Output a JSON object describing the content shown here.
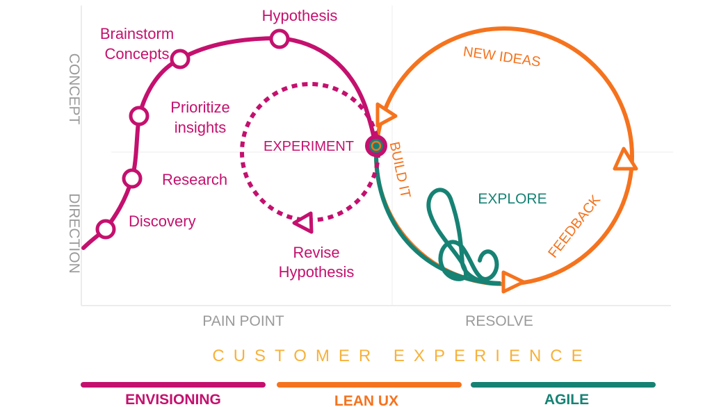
{
  "colors": {
    "envisioning": "#c4106e",
    "lean_ux": "#f5731e",
    "agile": "#168274",
    "axis": "#9a9a9a",
    "customer_experience": "#f7b13a",
    "grid": "#e5e5e5"
  },
  "axes": {
    "y_upper": "CONCEPT",
    "y_lower": "DIRECTION",
    "x_left": "PAIN POINT",
    "x_right": "RESOLVE"
  },
  "nodes": {
    "discovery": "Discovery",
    "research": "Research",
    "prioritize_line1": "Prioritize",
    "prioritize_line2": "insights",
    "brainstorm_line1": "Brainstorm",
    "brainstorm_line2": "Concepts",
    "hypothesis": "Hypothesis",
    "experiment": "EXPERIMENT",
    "revise_line1": "Revise",
    "revise_line2": "Hypothesis",
    "build_it": "BUILD IT",
    "new_ideas": "NEW IDEAS",
    "feedback": "FEEDBACK",
    "explore": "EXPLORE"
  },
  "customer_experience": "CUSTOMER EXPERIENCE",
  "phases": {
    "envisioning": "ENVISIONING",
    "lean_ux": "LEAN UX",
    "agile": "AGILE"
  }
}
